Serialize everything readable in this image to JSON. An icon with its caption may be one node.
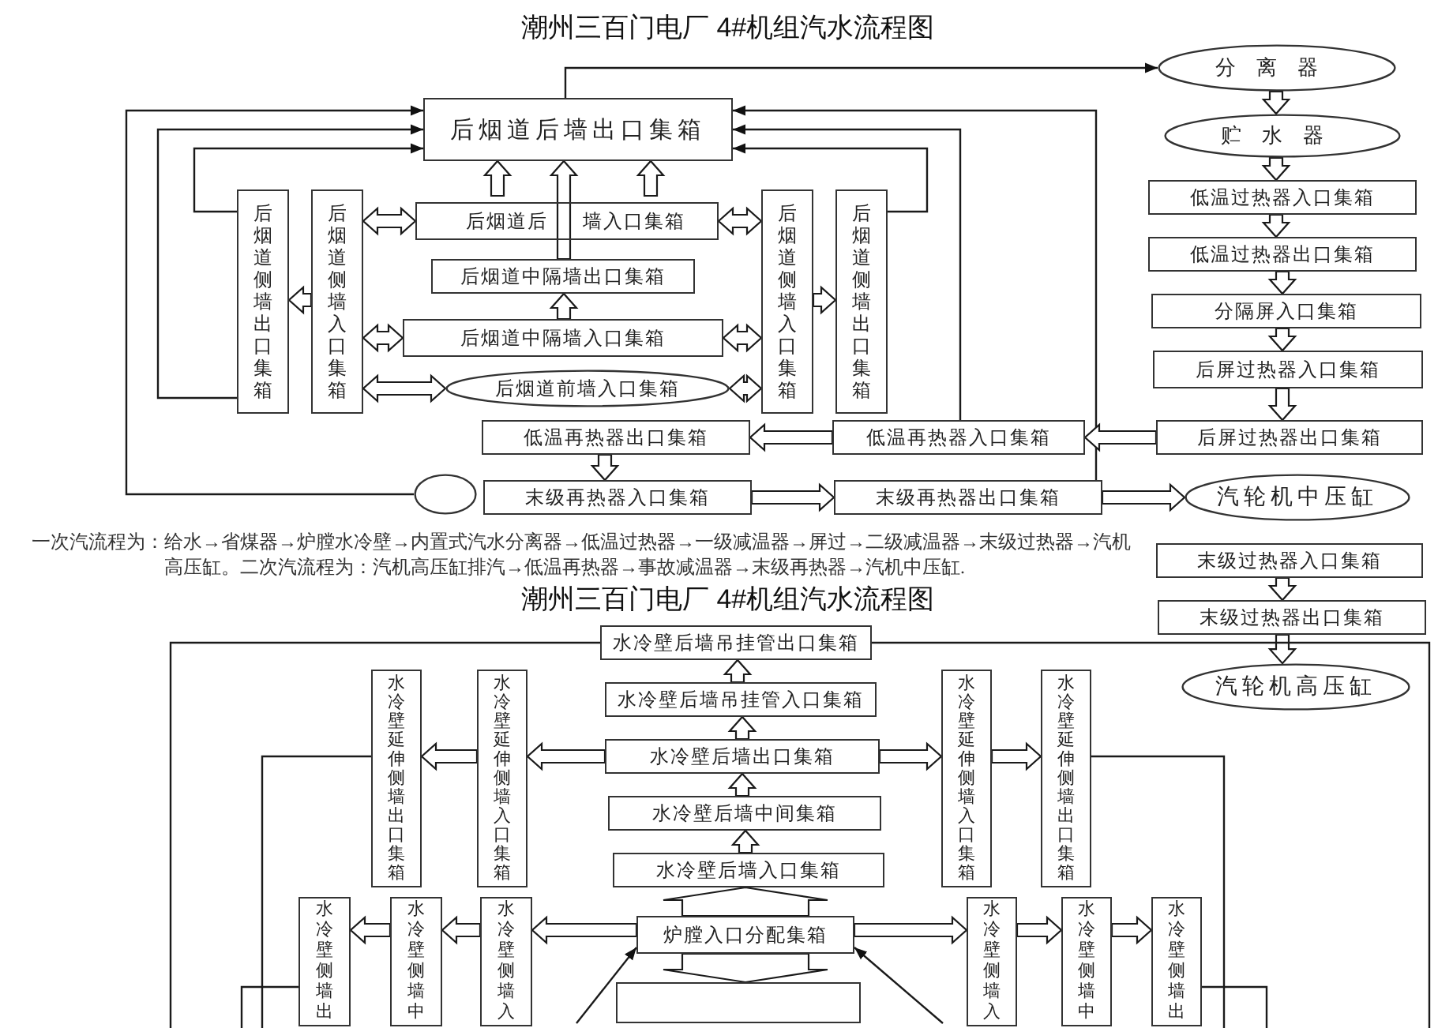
{
  "diagram": {
    "title": "潮州三百门电厂 4#机组汽水流程图",
    "nodes": [
      {
        "text": [
          "后烟道后墙出口集箱"
        ]
      },
      {
        "text": [
          "后烟道侧墙出口集箱"
        ]
      },
      {
        "text": [
          "后烟道侧墙入口集箱"
        ]
      },
      {
        "text": [
          "后烟道后墙入口集箱"
        ]
      },
      {
        "text": [
          "后烟道侧墙入口集箱"
        ]
      },
      {
        "text": [
          "后烟道侧墙出口集箱"
        ]
      },
      {
        "text": [
          "后烟道中隔墙出口集箱"
        ]
      },
      {
        "text": [
          "后烟道中隔墙入口集箱"
        ]
      },
      {
        "text": [
          "后烟道前墙入口集箱"
        ]
      },
      {
        "text": [
          "低温再热器出口集箱"
        ]
      },
      {
        "text": [
          "低温再热器入口集箱"
        ]
      },
      {
        "text": [],
        "shape": "ellipse"
      },
      {
        "text": [
          "末级再热器入口集箱"
        ]
      },
      {
        "text": [
          "末级再热器出口集箱"
        ]
      },
      {
        "text": [
          "分离器"
        ]
      },
      {
        "text": [
          "贮水器"
        ]
      },
      {
        "text": [
          "低温过热器入口集箱"
        ]
      },
      {
        "text": [
          "低温过热器出口集箱"
        ]
      },
      {
        "text": [
          "分隔屏入口集箱"
        ]
      },
      {
        "text": [
          "后屏过热器入口集箱"
        ]
      },
      {
        "text": [
          "后屏过热器出口集箱"
        ]
      },
      {
        "text": [
          "汽轮机中压缸"
        ]
      },
      {
        "text": [
          "末级过热器入口集箱"
        ]
      },
      {
        "text": [
          "末级过热器出口集箱"
        ]
      },
      {
        "text": [
          "汽轮机高压缸"
        ]
      },
      {
        "text": [
          "水冷壁后墙吊挂管出口集箱"
        ]
      },
      {
        "text": [
          "水冷壁后墙吊挂管入口集箱"
        ]
      },
      {
        "text": [
          "水冷壁延伸侧墙出口集箱"
        ]
      },
      {
        "text": [
          "水冷壁延伸侧墙入口集箱"
        ]
      },
      {
        "text": [
          "水冷壁后墙出口集箱"
        ]
      },
      {
        "text": [
          "水冷壁延伸侧墙入口集箱"
        ]
      },
      {
        "text": [
          "水冷壁延伸侧墙出口集箱"
        ]
      },
      {
        "text": [
          "水冷壁后墙中间集箱"
        ]
      },
      {
        "text": [
          "水冷壁后墙入口集箱"
        ]
      },
      {
        "text": [
          "水冷壁侧墙出"
        ]
      },
      {
        "text": [
          "水冷壁侧墙中"
        ]
      },
      {
        "text": [
          "水冷壁侧墙入"
        ]
      },
      {
        "text": [
          "炉膛入口分配集箱"
        ]
      },
      {
        "text": [
          "水冷壁侧墙入"
        ]
      },
      {
        "text": [
          "水冷壁侧墙中"
        ]
      },
      {
        "text": [
          "水冷壁侧墙出"
        ]
      },
      {
        "text": [],
        "shape": "box"
      }
    ],
    "edges": [
      {
        "from": 0,
        "to": 14,
        "arrow": "to"
      },
      {
        "from": 11,
        "to": 0,
        "arrow": "to"
      },
      {
        "from": 1,
        "to": 0,
        "arrow": "to"
      },
      {
        "from": 1,
        "to": 0,
        "arrow": "to"
      },
      {
        "from": 13,
        "to": 0,
        "arrow": "to"
      },
      {
        "from": 10,
        "to": 0,
        "arrow": "to"
      },
      {
        "from": 5,
        "to": 0,
        "arrow": "to"
      },
      {
        "from": null,
        "to": 0,
        "arrow": "to",
        "style": "thick"
      },
      {
        "from": null,
        "to": 0,
        "arrow": "to",
        "style": "thick"
      },
      {
        "from": 6,
        "to": 0,
        "arrow": "to",
        "style": "thick"
      },
      {
        "from": 7,
        "to": 6,
        "arrow": "to",
        "style": "thick"
      },
      {
        "from": 3,
        "to": 2,
        "arrow": "both",
        "style": "thick"
      },
      {
        "from": 3,
        "to": 4,
        "arrow": "both",
        "style": "thick"
      },
      {
        "from": 7,
        "to": 2,
        "arrow": "both",
        "style": "thick"
      },
      {
        "from": 7,
        "to": 4,
        "arrow": "both",
        "style": "thick"
      },
      {
        "from": 8,
        "to": 2,
        "arrow": "both",
        "style": "thick"
      },
      {
        "from": 8,
        "to": 4,
        "arrow": "both",
        "style": "thick"
      },
      {
        "from": 2,
        "to": 1,
        "arrow": "to",
        "style": "thick"
      },
      {
        "from": 4,
        "to": 5,
        "arrow": "to",
        "style": "thick"
      },
      {
        "from": 10,
        "to": 9,
        "arrow": "to",
        "style": "thick"
      },
      {
        "from": 20,
        "to": 10,
        "arrow": "to",
        "style": "thick"
      },
      {
        "from": 9,
        "to": 12,
        "arrow": "to",
        "style": "thick"
      },
      {
        "from": 12,
        "to": 13,
        "arrow": "to",
        "style": "thick"
      },
      {
        "from": 13,
        "to": 21,
        "arrow": "to",
        "style": "thick"
      },
      {
        "from": 14,
        "to": 15,
        "arrow": "to",
        "style": "thick"
      },
      {
        "from": 15,
        "to": 16,
        "arrow": "to",
        "style": "thick"
      },
      {
        "from": 16,
        "to": 17,
        "arrow": "to",
        "style": "thick"
      },
      {
        "from": 17,
        "to": 18,
        "arrow": "to",
        "style": "thick"
      },
      {
        "from": 18,
        "to": 19,
        "arrow": "to",
        "style": "thick"
      },
      {
        "from": 19,
        "to": 20,
        "arrow": "to",
        "style": "thick"
      },
      {
        "from": 22,
        "to": 23,
        "arrow": "to",
        "style": "thick"
      },
      {
        "from": 23,
        "to": 24,
        "arrow": "to",
        "style": "thick"
      },
      {
        "from": 33,
        "to": 32,
        "arrow": "to",
        "style": "thick"
      },
      {
        "from": 32,
        "to": 29,
        "arrow": "to",
        "style": "thick"
      },
      {
        "from": 29,
        "to": 26,
        "arrow": "to",
        "style": "thick"
      },
      {
        "from": 26,
        "to": 25,
        "arrow": "to",
        "style": "thick"
      },
      {
        "from": 29,
        "to": 28,
        "arrow": "to",
        "style": "thick"
      },
      {
        "from": 28,
        "to": 27,
        "arrow": "to",
        "style": "thick"
      },
      {
        "from": 29,
        "to": 30,
        "arrow": "to",
        "style": "thick"
      },
      {
        "from": 30,
        "to": 31,
        "arrow": "to",
        "style": "thick"
      },
      {
        "from": 37,
        "to": 33,
        "arrow": "to",
        "style": "thick"
      },
      {
        "from": 37,
        "to": 41,
        "arrow": "to",
        "style": "thick"
      },
      {
        "from": 37,
        "to": 36,
        "arrow": "to",
        "style": "thick"
      },
      {
        "from": 36,
        "to": 35,
        "arrow": "to",
        "style": "thick"
      },
      {
        "from": 35,
        "to": 34,
        "arrow": "to",
        "style": "thick"
      },
      {
        "from": 37,
        "to": 38,
        "arrow": "to",
        "style": "thick"
      },
      {
        "from": 38,
        "to": 39,
        "arrow": "to",
        "style": "thick"
      },
      {
        "from": 39,
        "to": 40,
        "arrow": "to",
        "style": "thick"
      },
      {
        "from": null,
        "to": 37,
        "arrow": "to"
      },
      {
        "from": null,
        "to": 37,
        "arrow": "to"
      },
      {
        "from": 25,
        "to": null,
        "arrow": "none"
      },
      {
        "from": 25,
        "to": null,
        "arrow": "none"
      },
      {
        "from": 27,
        "to": null,
        "arrow": "none"
      },
      {
        "from": 31,
        "to": null,
        "arrow": "none"
      },
      {
        "from": 34,
        "to": null,
        "arrow": "none"
      },
      {
        "from": 40,
        "to": null,
        "arrow": "none"
      }
    ],
    "labels": [
      "一次汽流程为：给水→省煤器→炉膛水冷壁→内置式汽水分离器→低温过热器→一级减温器→屏过→二级减温器→末级过热器→汽机高压缸。二次汽流程为：汽机高压缸排汽→低温再热器→事故减温器→末级再热器→汽机中压缸.",
      "潮州三百门电厂 4#机组汽水流程图"
    ]
  }
}
